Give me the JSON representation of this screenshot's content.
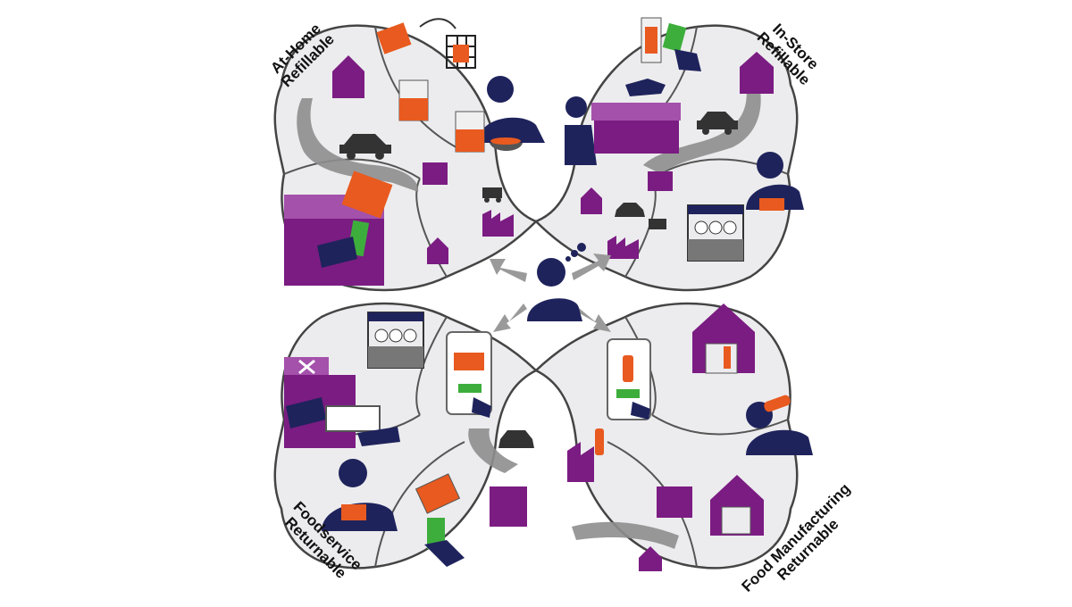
{
  "labels": {
    "at_home": {
      "line1": "At-Home",
      "line2": "Refillable"
    },
    "in_store": {
      "line1": "In-Store",
      "line2": "Refillable"
    },
    "foodservice": {
      "line1": "Foodservice",
      "line2": "Returnable"
    },
    "food_mfg": {
      "line1": "Food Manufacturing",
      "line2": "Returnable"
    }
  },
  "colors": {
    "purple": "#7b1c82",
    "navy": "#1f235c",
    "orange": "#e85a1f",
    "green": "#3dae3c",
    "gray": "#8a8a8a",
    "light": "#ececee",
    "outline": "#444444"
  }
}
